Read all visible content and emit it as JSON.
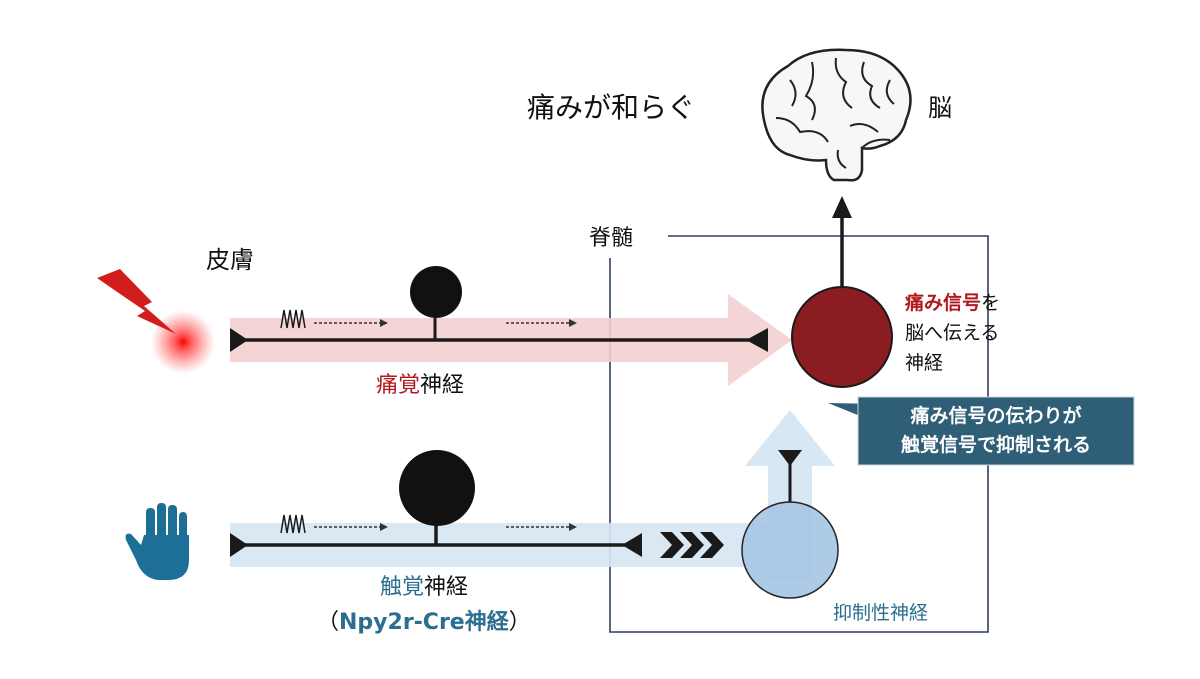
{
  "brain": {
    "effect": "痛みが和らぐ",
    "label": "脳"
  },
  "spinal_cord": {
    "label": "脊髄"
  },
  "skin": {
    "label": "皮膚"
  },
  "pain_nerve": {
    "label_colored": "痛覚",
    "label_rest": "神経",
    "color": "#b0191e"
  },
  "touch_nerve": {
    "label_colored": "触覚",
    "label_rest": "神経",
    "sub_open": "（",
    "sub_name": "Npy2r-Cre",
    "sub_rest": "神経",
    "sub_close": "）",
    "color": "#2b6e8f"
  },
  "projection_neuron": {
    "line1_colored": "痛み信号",
    "line1_rest": "を",
    "line2": "脳へ伝える",
    "line3": "神経",
    "color": "#8b1c22"
  },
  "callout": {
    "line1": "痛み信号の伝わりが",
    "line2": "触覚信号で抑制される",
    "bg": "#2f5f76"
  },
  "inhibitory_neuron": {
    "label": "抑制性神経",
    "color": "#a9c8e6"
  },
  "icons": [
    "lightning-icon",
    "hand-icon",
    "brain-icon",
    "spike-train-icon",
    "chevrons-icon"
  ]
}
